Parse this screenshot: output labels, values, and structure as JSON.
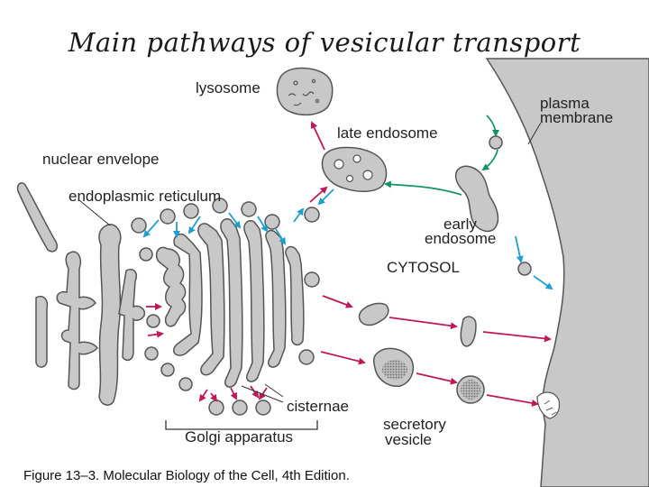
{
  "title": "Main pathways of vesicular transport",
  "labels": {
    "lysosome": "lysosome",
    "late_endosome": "late endosome",
    "plasma_membrane_1": "plasma",
    "plasma_membrane_2": "membrane",
    "nuclear_envelope": "nuclear envelope",
    "endoplasmic_reticulum": "endoplasmic reticulum",
    "early_endosome_1": "early",
    "early_endosome_2": "endosome",
    "cytosol": "CYTOSOL",
    "cisternae": "cisternae",
    "golgi_apparatus": "Golgi apparatus",
    "secretory_vesicle_1": "secretory",
    "secretory_vesicle_2": "vesicle"
  },
  "caption": "Figure 13–3. Molecular Biology of the Cell, 4th Edition.",
  "colors": {
    "membrane_fill": "#c8c8c8",
    "membrane_stroke": "#555555",
    "secretory_arrow": "#c0175a",
    "endocytic_arrow": "#14936a",
    "retrieval_arrow": "#1c9fd0"
  }
}
